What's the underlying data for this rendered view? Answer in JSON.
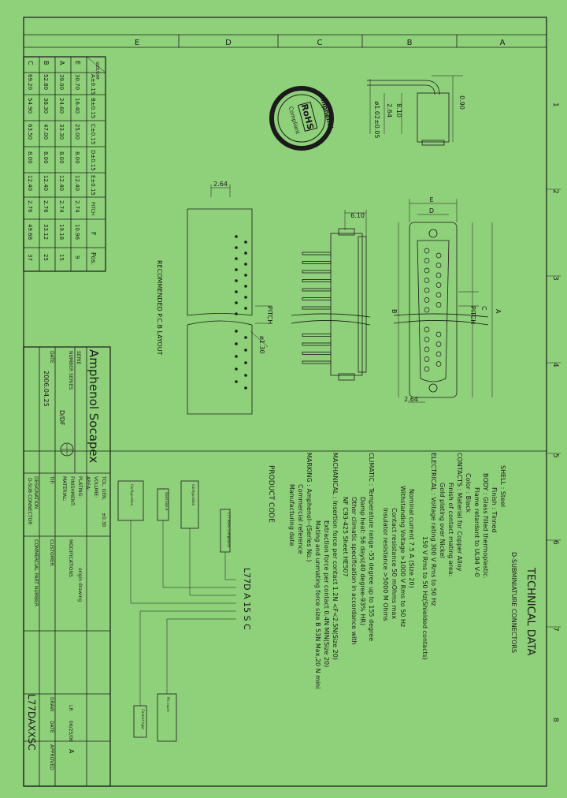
{
  "zones_top": [
    "E",
    "D",
    "C",
    "B",
    "A"
  ],
  "zones_right": [
    "1",
    "2",
    "3",
    "4",
    "5",
    "6",
    "7",
    "8"
  ],
  "title": "TECHNICAL DATA",
  "subtitle": "D-SUBMINIATURE CONNECTORS",
  "tech_lines": [
    "SHELL : Steel",
    "Finish : Tinned",
    "BODY : Glass filled thermoplastic.",
    "Flame retardant to UL94 V-0",
    "Color : Black",
    "CONTACTS : Material for Copper Alloy",
    "Finish of contact mating area:",
    "Gold plating over Nickel",
    "ELECTRICAL : Voltage rating 300 V Rms to 50 Hz",
    "150 V Rms to 50 Hz(Shielded contacts)",
    "Nominal current  7.5 A (Size 20)",
    "Withstanding Voltage >1000 V Rms to 50 Hz",
    "Contact resistance 50 mOhms max",
    "Insulator resistance >5000 M Ohms",
    "CLIMATIC : Temperature range -55 degree up to 155 degree",
    "Damp heat: 56 days(40 degree-93% HR)",
    "Other climatic specification in accordance with",
    "NF C93-425 Sheet HE507",
    "MACHANICAL : Insertion force per contact 1.2N <F<2.5N(Size 20)",
    "Extraction force per contact 0.4N MIN(Size 20)",
    "Mating and unmating force size B 53N Max,20 N mini",
    "MARKING : Amphenol--(Series No.)",
    "Commercial reference",
    "Manufacturing date"
  ],
  "product_code": {
    "label": "PRODUCT CODE",
    "code": "L77D A 15 S C",
    "boxes": [
      "L77 RoHS Compliance",
      "Shell Size A",
      "Configuration",
      "Contact type",
      "Pin count"
    ]
  },
  "rohs": {
    "brand": "Amphenol",
    "mark": "RoHS",
    "sub": "Compliant"
  },
  "dims": {
    "d090": "0.90",
    "d810": "8.10",
    "d264": "2.64",
    "dhole": "ø1.02±0.05",
    "d610": "6.10",
    "d264b": "2.64",
    "d130": "ø1.30",
    "pitch": "PITCH",
    "A": "A",
    "B": "B",
    "C": "C",
    "D": "D",
    "E": "E",
    "pcb_label": "RECOMMENDED P.C.B LAYOUT"
  },
  "table": {
    "headers": [
      "SIZE/DIM",
      "A±0.15",
      "B±0.15",
      "C±0.15",
      "D±0.15",
      "E±0.15",
      "PITCH",
      "F",
      "Pos."
    ],
    "rows": [
      [
        "E",
        "30.70",
        "16.40",
        "25.00",
        "8.00",
        "12.40",
        "2.74",
        "10.96",
        "9"
      ],
      [
        "A",
        "39.00",
        "24.60",
        "33.30",
        "8.00",
        "12.40",
        "2.74",
        "19.18",
        "15"
      ],
      [
        "B",
        "52.80",
        "38.30",
        "47.00",
        "8.00",
        "12.40",
        "2.76",
        "33.12",
        "25"
      ],
      [
        "C",
        "69.20",
        "54.90",
        "63.50",
        "8.00",
        "12.40",
        "2.76",
        "49.68",
        "37"
      ]
    ]
  },
  "title_block": {
    "company": "Amphenol Socapex",
    "tol_gen": "TOL. GEN.",
    "tol_val": "±0.30",
    "volume": "VOLUME:",
    "area": "AREA:",
    "plating": "PLATING:",
    "finishment": "FINISHMENT:",
    "material": "MATERIAL:",
    "serie": "SERIE",
    "number_series": "NUMBER SERIES",
    "number_series_val": "D/DF",
    "tif": "TIF:",
    "date_label": "DATE",
    "date_val": "2006.04.25",
    "designation": "DESIGNATION",
    "designation_val": "D-SUB CONNECTOR",
    "customer": "CUSTOMER",
    "commercial": "COMMERCIAL PART NUMBER",
    "part_number": "L77DAXXSC",
    "modifications": "MODIFICATIONS",
    "origin": "origin drawing",
    "draw": "DRAW",
    "date2": "DATE",
    "approved": "APPROVED",
    "rev": "A",
    "rev_date": "06/25/06",
    "initials": "LR"
  }
}
